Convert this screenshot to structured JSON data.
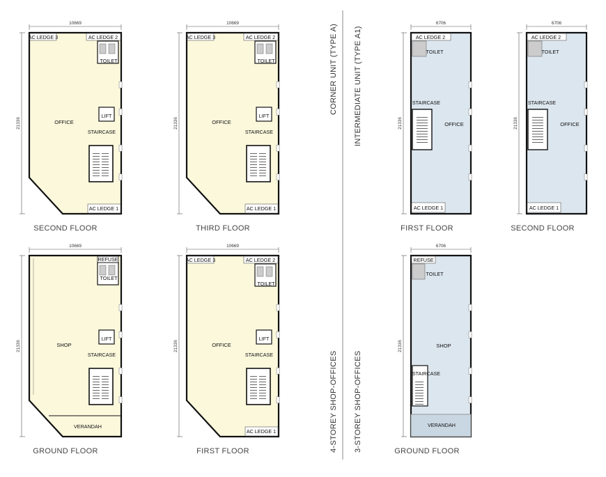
{
  "section_labels": {
    "corner": "CORNER UNIT (TYPE A)",
    "intermediate": "INTERMEDIATE UNIT (TYPE A1)",
    "four_storey": "4-STOREY SHOP-OFFICES",
    "three_storey": "3-STOREY SHOP-OFFICES"
  },
  "colors": {
    "corner_fill": "#fbf8dc",
    "intermediate_fill": "#dce6ee",
    "wall": "#111111",
    "dimension_line": "#555555",
    "divider": "#888888"
  },
  "plans": [
    {
      "id": "corner-second-floor",
      "variant": "corner",
      "caption": "SECOND FLOOR",
      "width_dim": "10669",
      "height_dim": "21336",
      "rooms": {
        "main": "OFFICE",
        "lift": "LIFT",
        "staircase": "STAIRCASE",
        "toilet": "TOILET",
        "ac_ledge_1": "AC LEDGE 1",
        "ac_ledge_2": "AC LEDGE 2",
        "ac_ledge_3": "AC LEDGE 3"
      }
    },
    {
      "id": "corner-third-floor",
      "variant": "corner",
      "caption": "THIRD FLOOR",
      "width_dim": "10669",
      "height_dim": "21336",
      "rooms": {
        "main": "OFFICE",
        "lift": "LIFT",
        "staircase": "STAIRCASE",
        "toilet": "TOILET",
        "ac_ledge_1": "AC LEDGE 1",
        "ac_ledge_2": "AC LEDGE 2",
        "ac_ledge_3": "AC LEDGE 3"
      }
    },
    {
      "id": "corner-ground-floor",
      "variant": "corner-ground",
      "caption": "GROUND FLOOR",
      "width_dim": "10669",
      "height_dim": "21336",
      "rooms": {
        "main": "SHOP",
        "lift": "LIFT",
        "staircase": "STAIRCASE",
        "toilet": "TOILET",
        "refuse": "REFUSE",
        "verandah": "VERANDAH"
      }
    },
    {
      "id": "corner-first-floor",
      "variant": "corner",
      "caption": "FIRST FLOOR",
      "width_dim": "10669",
      "height_dim": "21336",
      "rooms": {
        "main": "OFFICE",
        "lift": "LIFT",
        "staircase": "STAIRCASE",
        "toilet": "TOILET",
        "ac_ledge_1": "AC LEDGE 1",
        "ac_ledge_2": "AC LEDGE 2",
        "ac_ledge_3": "AC LEDGE 3"
      }
    },
    {
      "id": "intermediate-first-floor",
      "variant": "intermediate",
      "caption": "FIRST FLOOR",
      "width_dim": "6706",
      "height_dim": "21336",
      "rooms": {
        "main": "OFFICE",
        "staircase": "STAIRCASE",
        "toilet": "TOILET",
        "ac_ledge_1": "AC LEDGE 1",
        "ac_ledge_2": "AC LEDGE 2"
      }
    },
    {
      "id": "intermediate-second-floor",
      "variant": "intermediate",
      "caption": "SECOND FLOOR",
      "width_dim": "6706",
      "height_dim": "21336",
      "rooms": {
        "main": "OFFICE",
        "staircase": "STAIRCASE",
        "toilet": "TOILET",
        "ac_ledge_1": "AC LEDGE 1",
        "ac_ledge_2": "AC LEDGE 2"
      }
    },
    {
      "id": "intermediate-ground-floor",
      "variant": "intermediate-ground",
      "caption": "GROUND FLOOR",
      "width_dim": "6706",
      "height_dim": "21336",
      "rooms": {
        "main": "SHOP",
        "staircase": "STAIRCASE",
        "toilet": "TOILET",
        "refuse": "REFUSE",
        "verandah": "VERANDAH"
      }
    }
  ]
}
